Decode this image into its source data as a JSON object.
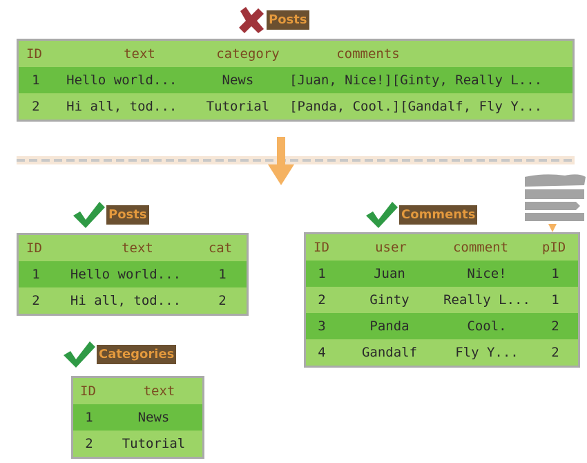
{
  "before": {
    "title": "Posts",
    "headers": [
      "ID",
      "text",
      "category",
      "comments"
    ],
    "rows": [
      [
        "1",
        "Hello world...",
        "News",
        "[Juan, Nice!][Ginty, Really L..."
      ],
      [
        "2",
        "Hi all, tod...",
        "Tutorial",
        "[Panda, Cool.][Gandalf, Fly Y..."
      ]
    ]
  },
  "posts": {
    "title": "Posts",
    "headers": [
      "ID",
      "text",
      "cat"
    ],
    "rows": [
      [
        "1",
        "Hello world...",
        "1"
      ],
      [
        "2",
        "Hi all, tod...",
        "2"
      ]
    ]
  },
  "comments": {
    "title": "Comments",
    "headers": [
      "ID",
      "user",
      "comment",
      "pID"
    ],
    "rows": [
      [
        "1",
        "Juan",
        "Nice!",
        "1"
      ],
      [
        "2",
        "Ginty",
        "Really L...",
        "1"
      ],
      [
        "3",
        "Panda",
        "Cool.",
        "2"
      ],
      [
        "4",
        "Gandalf",
        "Fly Y...",
        "2"
      ]
    ]
  },
  "categories": {
    "title": "Categories",
    "headers": [
      "ID",
      "text"
    ],
    "rows": [
      [
        "1",
        "News"
      ],
      [
        "2",
        "Tutorial"
      ]
    ]
  },
  "colors": {
    "row_light": "#9cd466",
    "row_dark": "#6abf41",
    "header_text": "#7a4a20",
    "frame": "#aaaaaa",
    "arrow": "#f5b261",
    "check": "#2f9a45",
    "cross": "#a0333a"
  },
  "icons": {
    "invalid": "cross-icon",
    "valid": "check-icon",
    "transform": "arrow-down-icon",
    "note": "note-icon"
  }
}
